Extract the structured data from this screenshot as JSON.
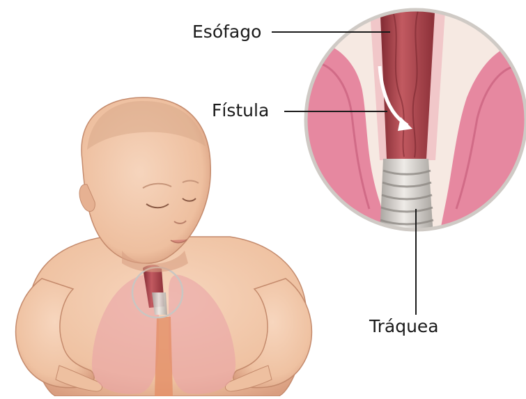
{
  "labels": {
    "esophagus": "Esófago",
    "fistula": "Fístula",
    "trachea": "Tráquea"
  },
  "illustration": {
    "subject": "infant torso with lungs and esophagus visible",
    "inset": "magnified view of tracheoesophageal fistula"
  },
  "colors": {
    "skin": "#f2c7a8",
    "skin_shadow": "#d99e80",
    "lung": "#e9a3a6",
    "esophagus": "#a8424a",
    "esophagus_light": "#c45a60",
    "trachea": "#d9d6d2",
    "inset_bg": "#f6e9e2",
    "lung_inset": "#e688a0",
    "leader_line": "#1a1a1a"
  }
}
